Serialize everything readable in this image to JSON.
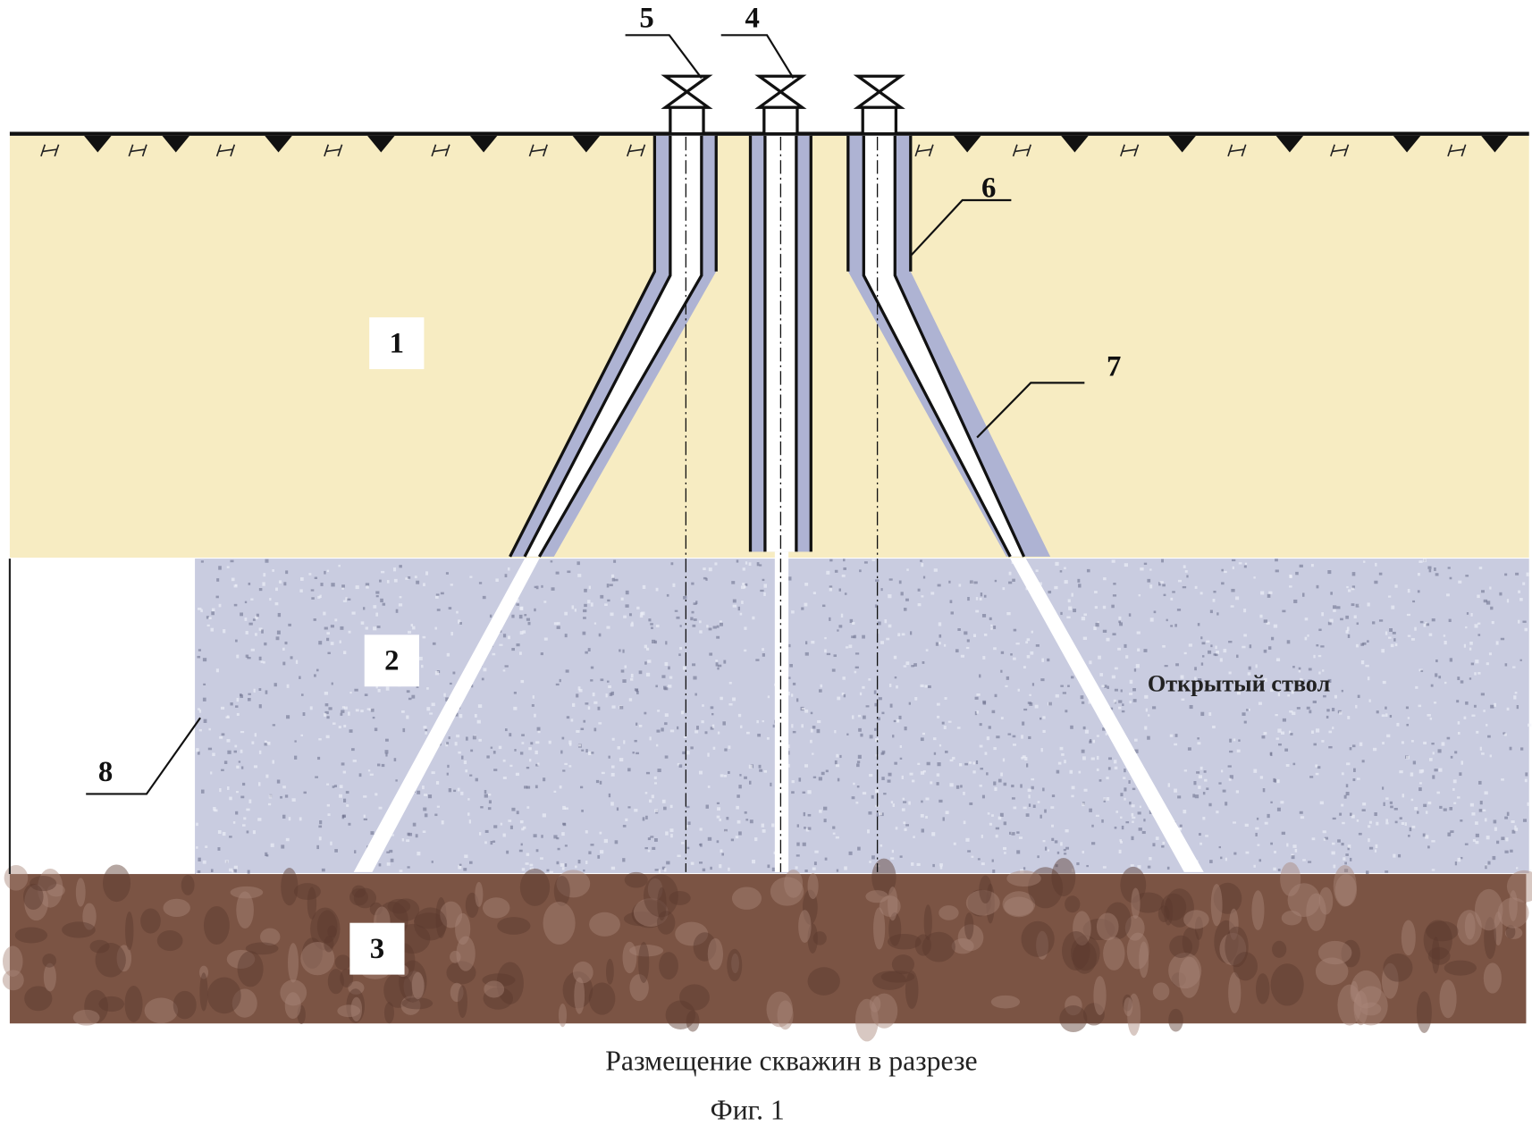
{
  "figure": {
    "caption": "Размещение скважин в разрезе",
    "fig_label": "Фиг. 1",
    "open_hole_label": "Открытый ствол"
  },
  "labels": {
    "layer1": "1",
    "layer2": "2",
    "layer3": "3",
    "well4": "4",
    "well5": "5",
    "casing6": "6",
    "casing7": "7",
    "boundary8": "8"
  },
  "colors": {
    "layer1": "#f7ecc2",
    "layer2": "#c9cce0",
    "layer3": "#7b5444",
    "hatch": "#aeb3d3",
    "line": "#1a1a1a"
  }
}
